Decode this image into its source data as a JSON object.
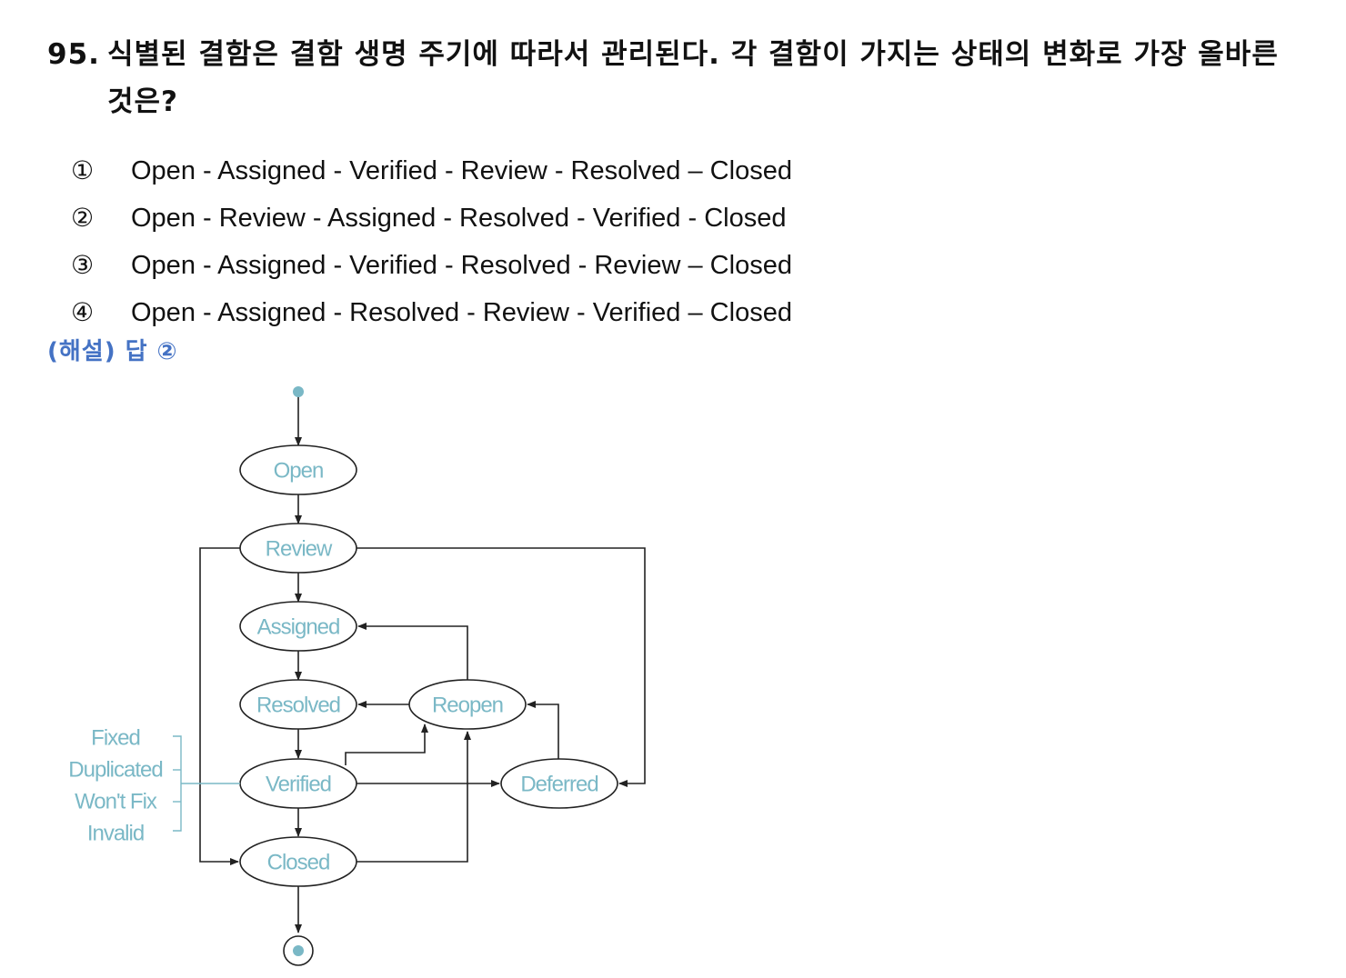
{
  "question": {
    "number": "95.",
    "line1": "식별된 결함은 결함 생명 주기에 따라서 관리된다. 각 결함이 가지는 상태의 변화로 가장 올바른",
    "line2": "것은?"
  },
  "options": [
    {
      "mark": "①",
      "text": "Open - Assigned - Verified - Review - Resolved – Closed"
    },
    {
      "mark": "②",
      "text": "Open - Review - Assigned - Resolved - Verified - Closed"
    },
    {
      "mark": "③",
      "text": "Open - Assigned - Verified - Resolved - Review – Closed"
    },
    {
      "mark": "④",
      "text": "Open - Assigned - Resolved - Review - Verified – Closed"
    }
  ],
  "answer": {
    "label": "(해설)",
    "prefix": "답",
    "value": "②"
  },
  "diagram": {
    "states": {
      "open": "Open",
      "review": "Review",
      "assigned": "Assigned",
      "resolved": "Resolved",
      "reopen": "Reopen",
      "verified": "Verified",
      "deferred": "Deferred",
      "closed": "Closed"
    },
    "closure_reasons": [
      "Fixed",
      "Duplicated",
      "Won't Fix",
      "Invalid"
    ],
    "colors": {
      "state_text": "#7ab8c6",
      "line": "#222222",
      "node_dot": "#7ab8c6"
    }
  }
}
